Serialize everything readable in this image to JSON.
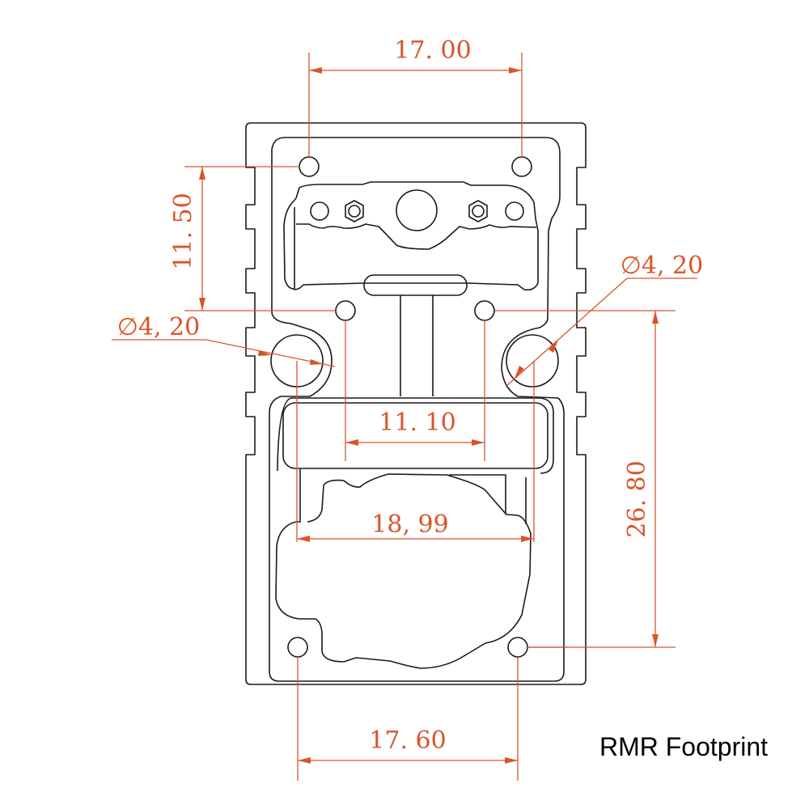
{
  "title": "RMR Footprint",
  "colors": {
    "outline": "#1a1a1a",
    "dimension": "#d9542b",
    "background": "#ffffff"
  },
  "dimensions": {
    "top_hole_spacing": "17. 00",
    "vertical_hole_spacing_left": "11. 50",
    "hole_diameter_right": "∅4, 20",
    "hole_diameter_left": "∅4, 20",
    "inner_hole_spacing": "11. 10",
    "vertical_overall": "26. 80",
    "boss_spacing": "18, 99",
    "bottom_hole_spacing": "17. 60"
  }
}
